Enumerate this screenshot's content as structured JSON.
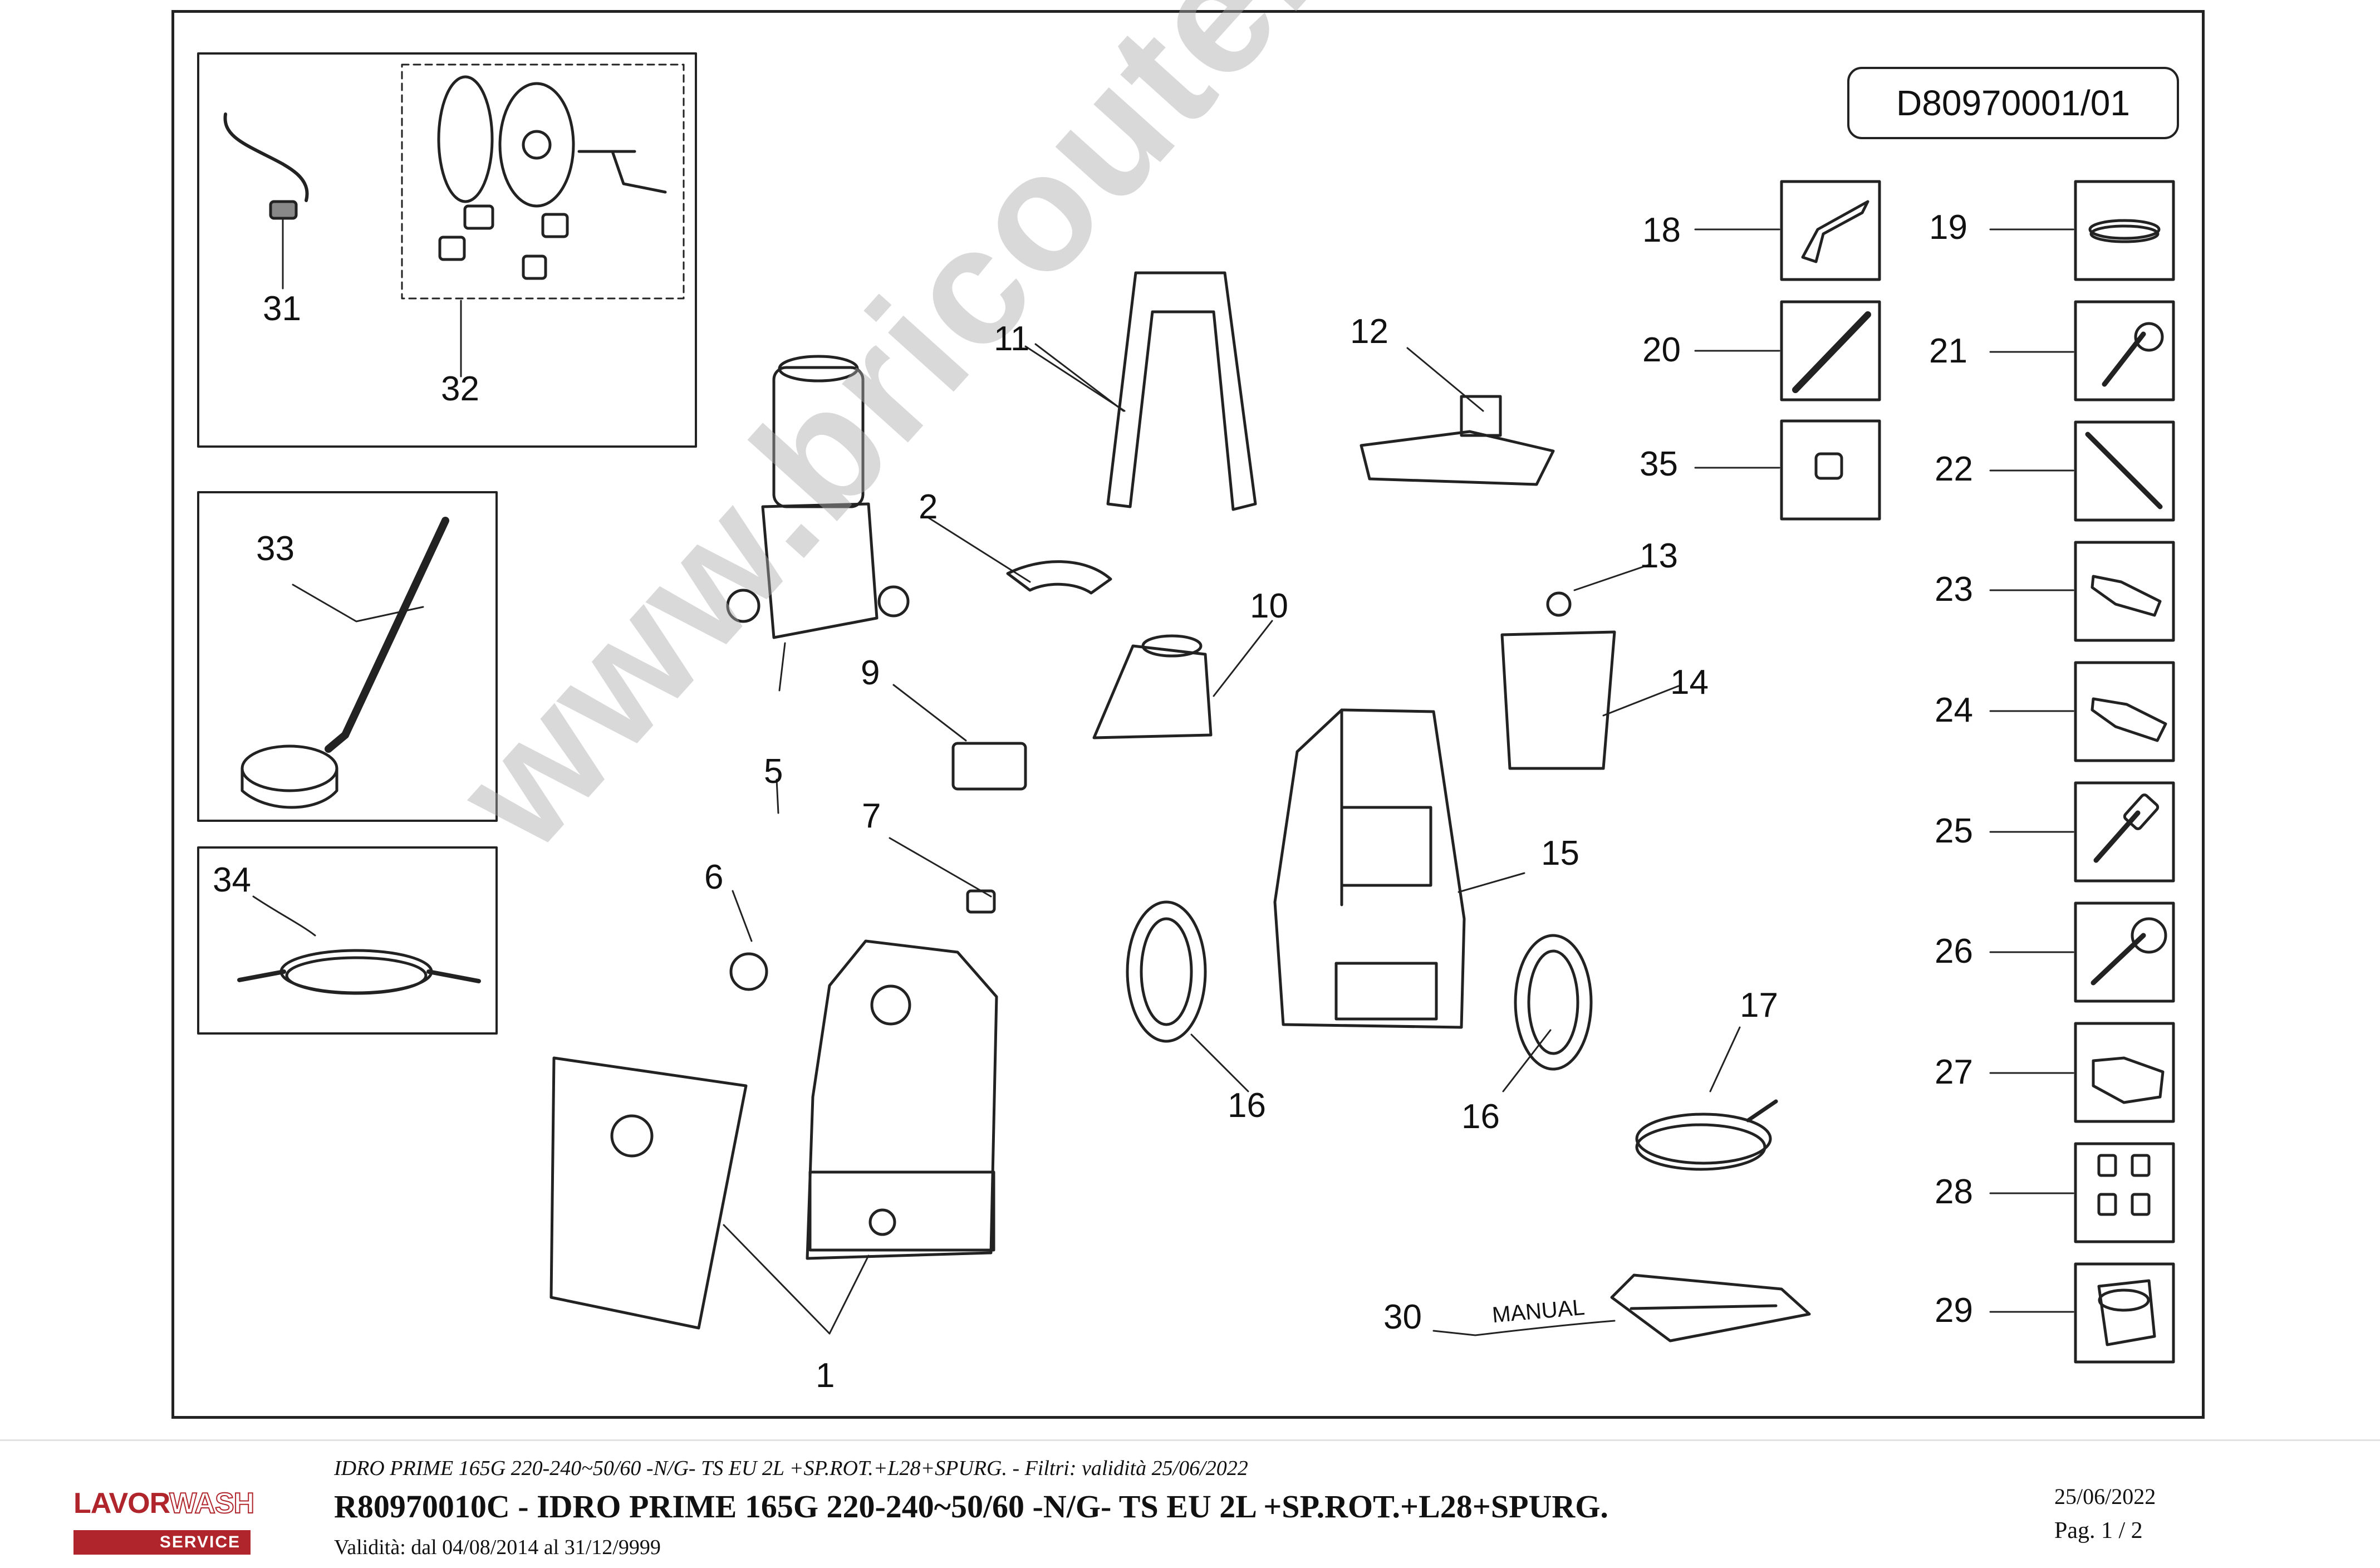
{
  "diagram": {
    "doc_id": "D80970001/01",
    "manual_label": "MANUAL",
    "watermark": "www.bricoutensili.com",
    "part_numbers": {
      "p1": "1",
      "p2": "2",
      "p5": "5",
      "p6": "6",
      "p7": "7",
      "p9": "9",
      "p10": "10",
      "p11": "11",
      "p12": "12",
      "p13": "13",
      "p14": "14",
      "p15": "15",
      "p16a": "16",
      "p16b": "16",
      "p17": "17",
      "p18": "18",
      "p19": "19",
      "p20": "20",
      "p21": "21",
      "p22": "22",
      "p23": "23",
      "p24": "24",
      "p25": "25",
      "p26": "26",
      "p27": "27",
      "p28": "28",
      "p29": "29",
      "p30": "30",
      "p31": "31",
      "p32": "32",
      "p33": "33",
      "p34": "34",
      "p35": "35"
    }
  },
  "footer": {
    "logo_brand_a": "LAVOR",
    "logo_brand_b": "WASH",
    "logo_service": "SERVICE",
    "subtitle": "IDRO PRIME 165G 220-240~50/60 -N/G- TS EU 2L +SP.ROT.+L28+SPURG. - Filtri: validità 25/06/2022",
    "title": "R80970010C - IDRO PRIME 165G 220-240~50/60 -N/G- TS EU 2L +SP.ROT.+L28+SPURG.",
    "validity": "Validità: dal 04/08/2014 al 31/12/9999",
    "date": "25/06/2022",
    "page": "Pag. 1 / 2"
  },
  "colors": {
    "brand": "#b0252b",
    "line": "#222222",
    "watermark": "#aaaaaa"
  }
}
